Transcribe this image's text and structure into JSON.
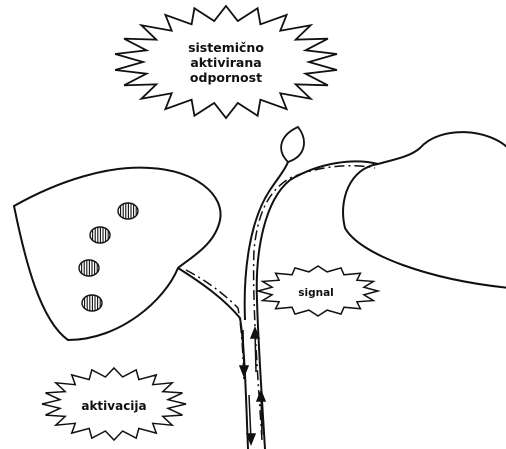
{
  "labels": {
    "systemic_line1": "sistemično",
    "systemic_line2": "aktivirana",
    "systemic_line3": "odpornost",
    "signal": "signal",
    "activation": "aktivacija"
  },
  "colors": {
    "ink": "#111111",
    "background": "#ffffff"
  },
  "icons": {
    "lesion": "striped-oval-lesion",
    "burst": "starburst-callout"
  }
}
